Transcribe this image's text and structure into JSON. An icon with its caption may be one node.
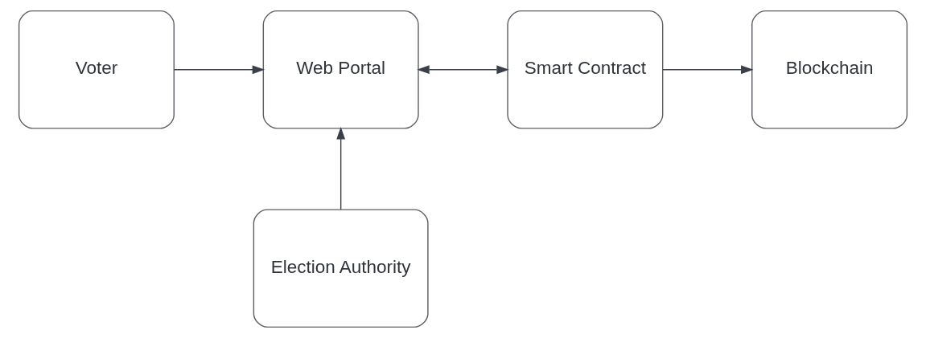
{
  "diagram": {
    "nodes": [
      {
        "text": [
          "Voter"
        ]
      },
      {
        "text": [
          "Web Portal"
        ]
      },
      {
        "text": [
          "Smart Contract"
        ]
      },
      {
        "text": [
          "Blockchain"
        ]
      },
      {
        "text": [
          "Election Authority"
        ]
      }
    ],
    "edges": [
      {
        "from": 0,
        "to": 1,
        "arrow": "to"
      },
      {
        "from": 1,
        "to": 2,
        "arrow": "both"
      },
      {
        "from": 2,
        "to": 3,
        "arrow": "to"
      },
      {
        "from": 4,
        "to": 1,
        "arrow": "to"
      }
    ]
  }
}
